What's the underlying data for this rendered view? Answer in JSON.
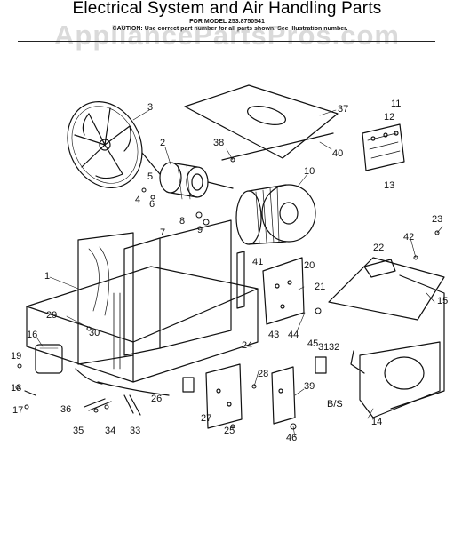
{
  "title": "Electrical System and Air Handling Parts",
  "model_line": "FOR MODEL 253.8750541",
  "caption": "CAUTION: Use correct part number for all parts shown. See illustration number.",
  "watermark": "AppliancePartsPros.com",
  "annotation": "B/S",
  "callouts": [
    "1",
    "2",
    "3",
    "4",
    "5",
    "6",
    "7",
    "8",
    "9",
    "10",
    "11",
    "12",
    "13",
    "14",
    "15",
    "16",
    "17",
    "18",
    "19",
    "20",
    "21",
    "22",
    "23",
    "24",
    "25",
    "26",
    "27",
    "28",
    "29",
    "30",
    "31",
    "32",
    "33",
    "34",
    "35",
    "36",
    "37",
    "38",
    "39",
    "40",
    "41",
    "42",
    "43",
    "44",
    "45",
    "46"
  ],
  "colors": {
    "ink": "#111111",
    "watermark": "#969696",
    "background": "#ffffff"
  }
}
